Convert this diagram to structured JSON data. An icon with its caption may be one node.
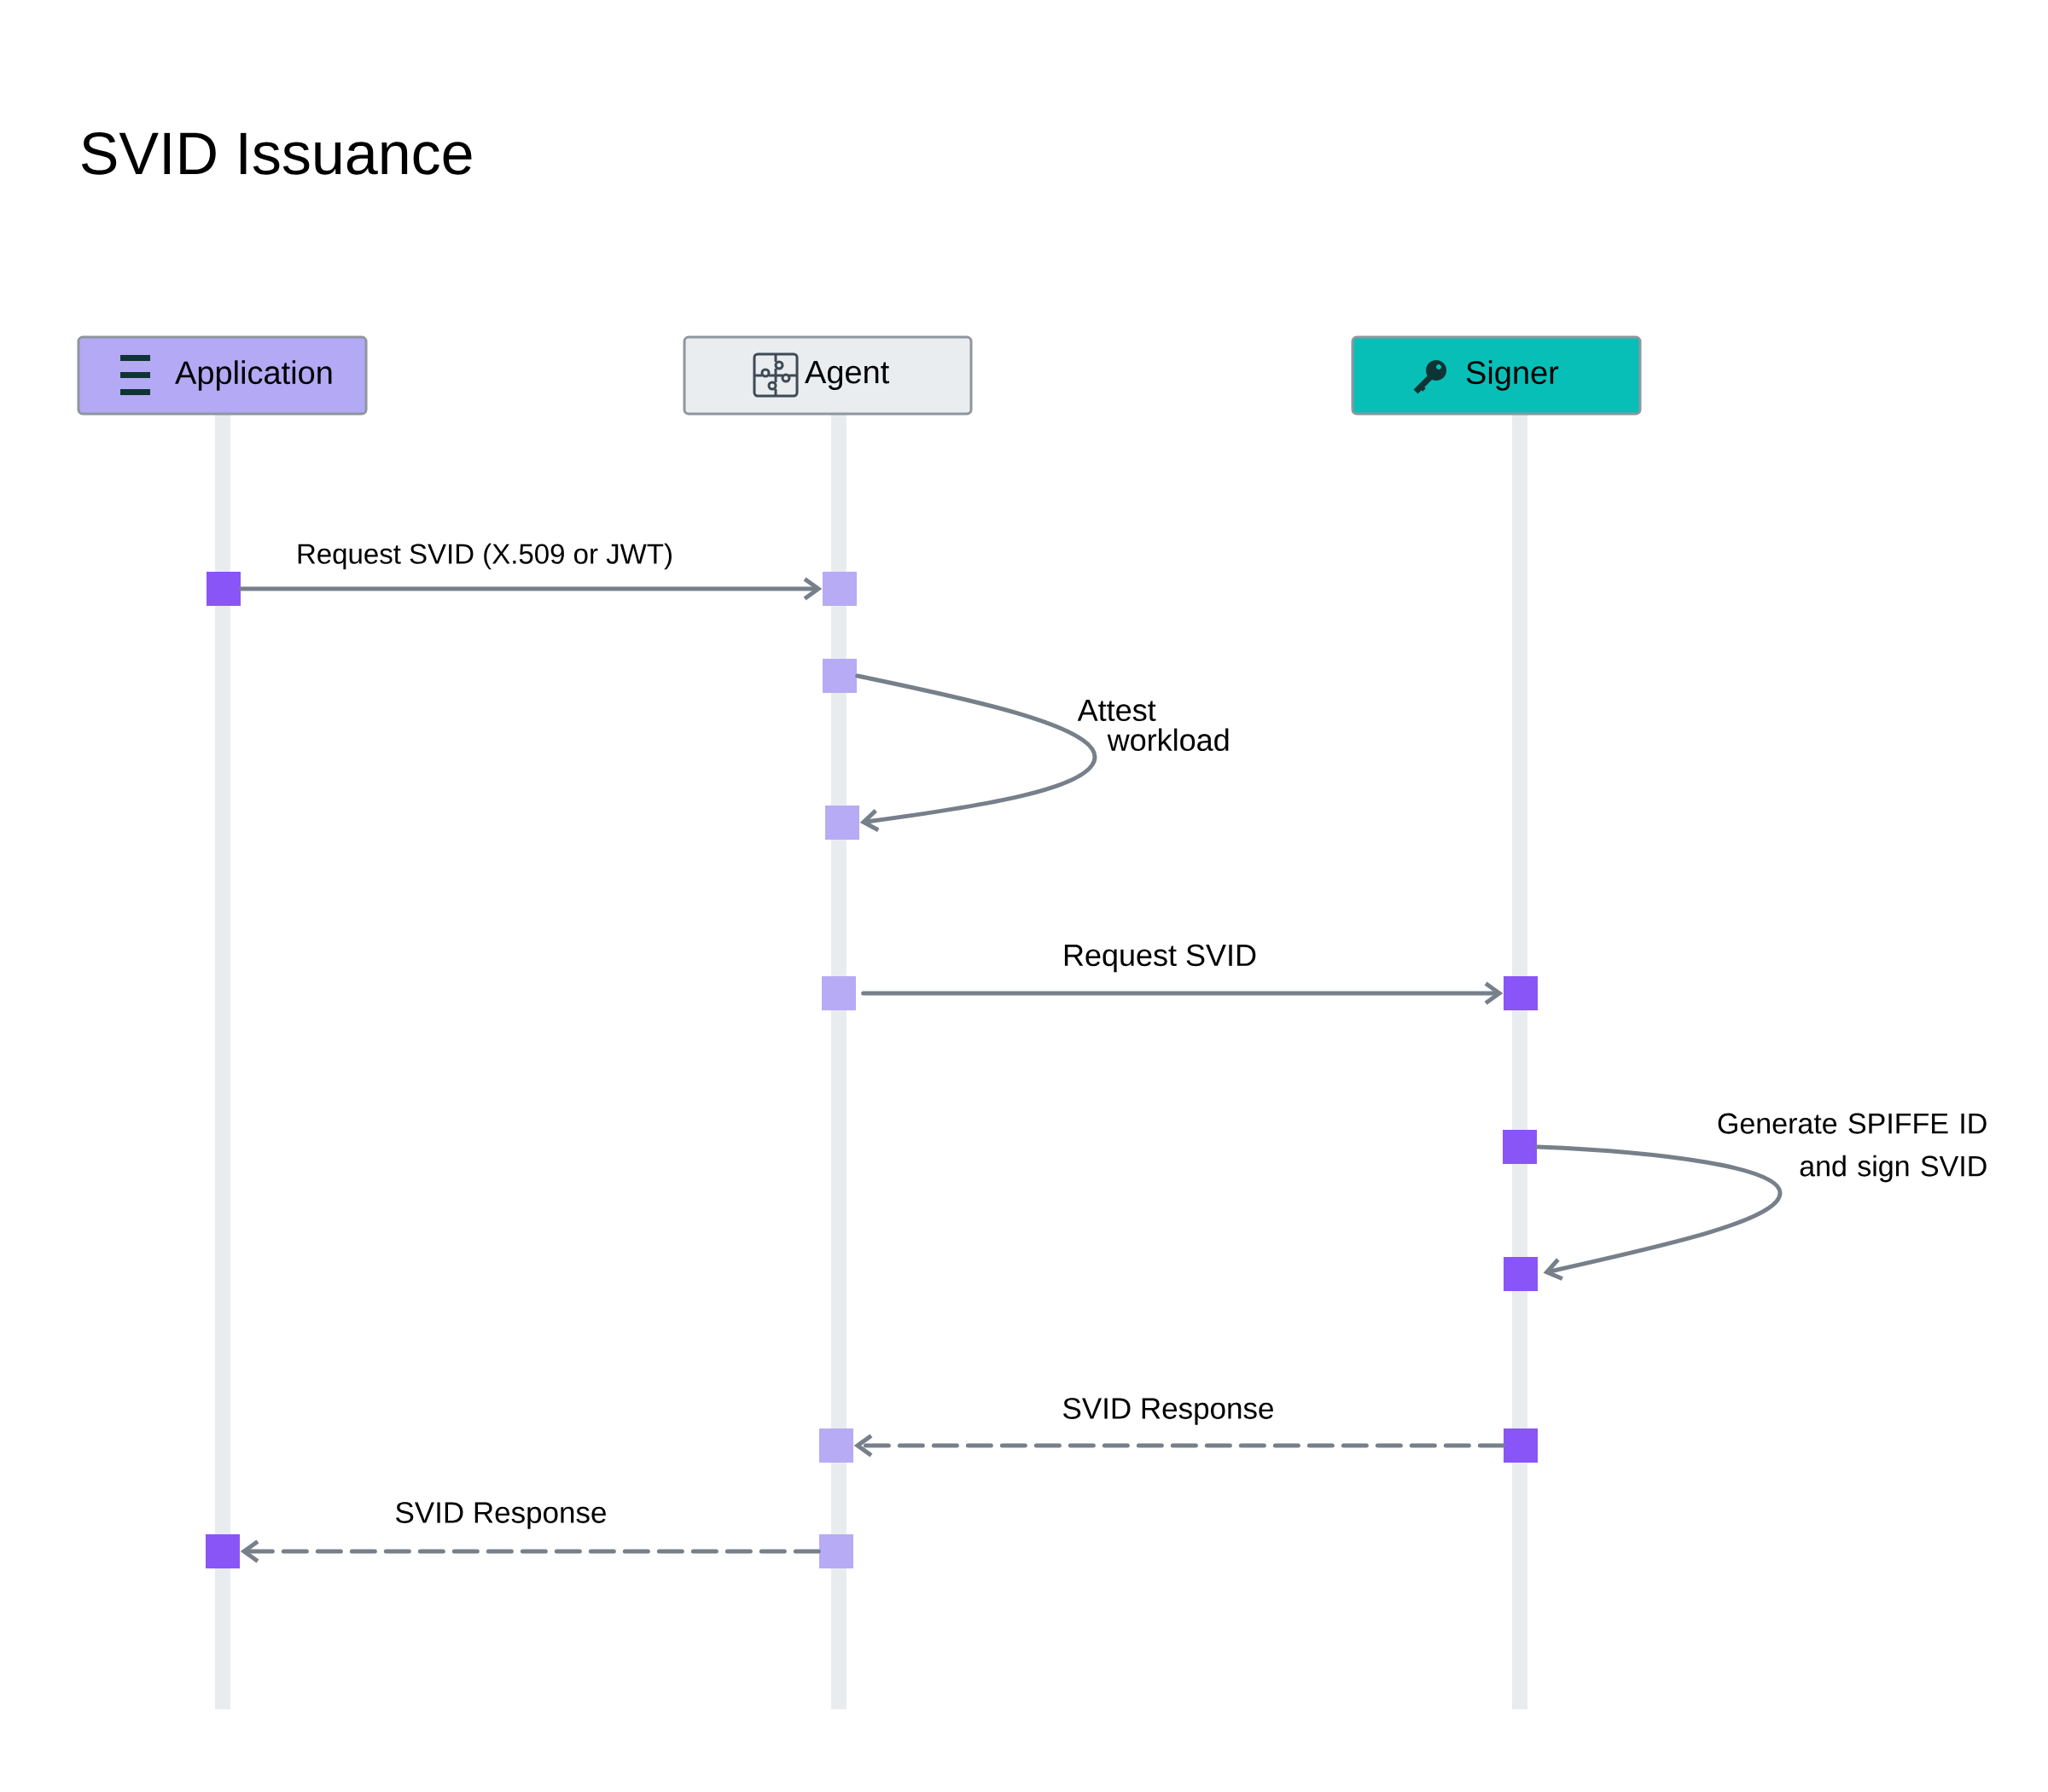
{
  "diagram": {
    "title": "SVID Issuance",
    "nodes": [
      {
        "text": [
          "Application"
        ]
      },
      {
        "text": [
          "Agent"
        ]
      },
      {
        "text": [
          "Signer"
        ]
      },
      {
        "text": [],
        "shape": "box"
      },
      {
        "text": [],
        "shape": "box"
      },
      {
        "text": [],
        "shape": "box"
      },
      {
        "text": [],
        "shape": "box"
      },
      {
        "text": [],
        "shape": "box"
      },
      {
        "text": [],
        "shape": "box"
      },
      {
        "text": [],
        "shape": "box"
      },
      {
        "text": [],
        "shape": "box"
      },
      {
        "text": [],
        "shape": "box"
      },
      {
        "text": [],
        "shape": "box"
      },
      {
        "text": [],
        "shape": "box"
      },
      {
        "text": [],
        "shape": "box"
      }
    ],
    "edges": [
      {
        "from": 3,
        "to": 4,
        "arrow": "to",
        "label": "Request SVID (X.509 or JWT)"
      },
      {
        "from": 5,
        "to": 6,
        "arrow": "to",
        "label": "Attest workload"
      },
      {
        "from": 7,
        "to": 8,
        "arrow": "to",
        "label": "Request SVID"
      },
      {
        "from": 9,
        "to": 10,
        "arrow": "to",
        "label": "Generate SPIFFE ID and sign SVID"
      },
      {
        "from": 12,
        "to": 11,
        "arrow": "to",
        "label": "SVID Response",
        "style": "dashed"
      },
      {
        "from": 14,
        "to": 13,
        "arrow": "to",
        "label": "SVID Response",
        "style": "dashed"
      }
    ]
  }
}
